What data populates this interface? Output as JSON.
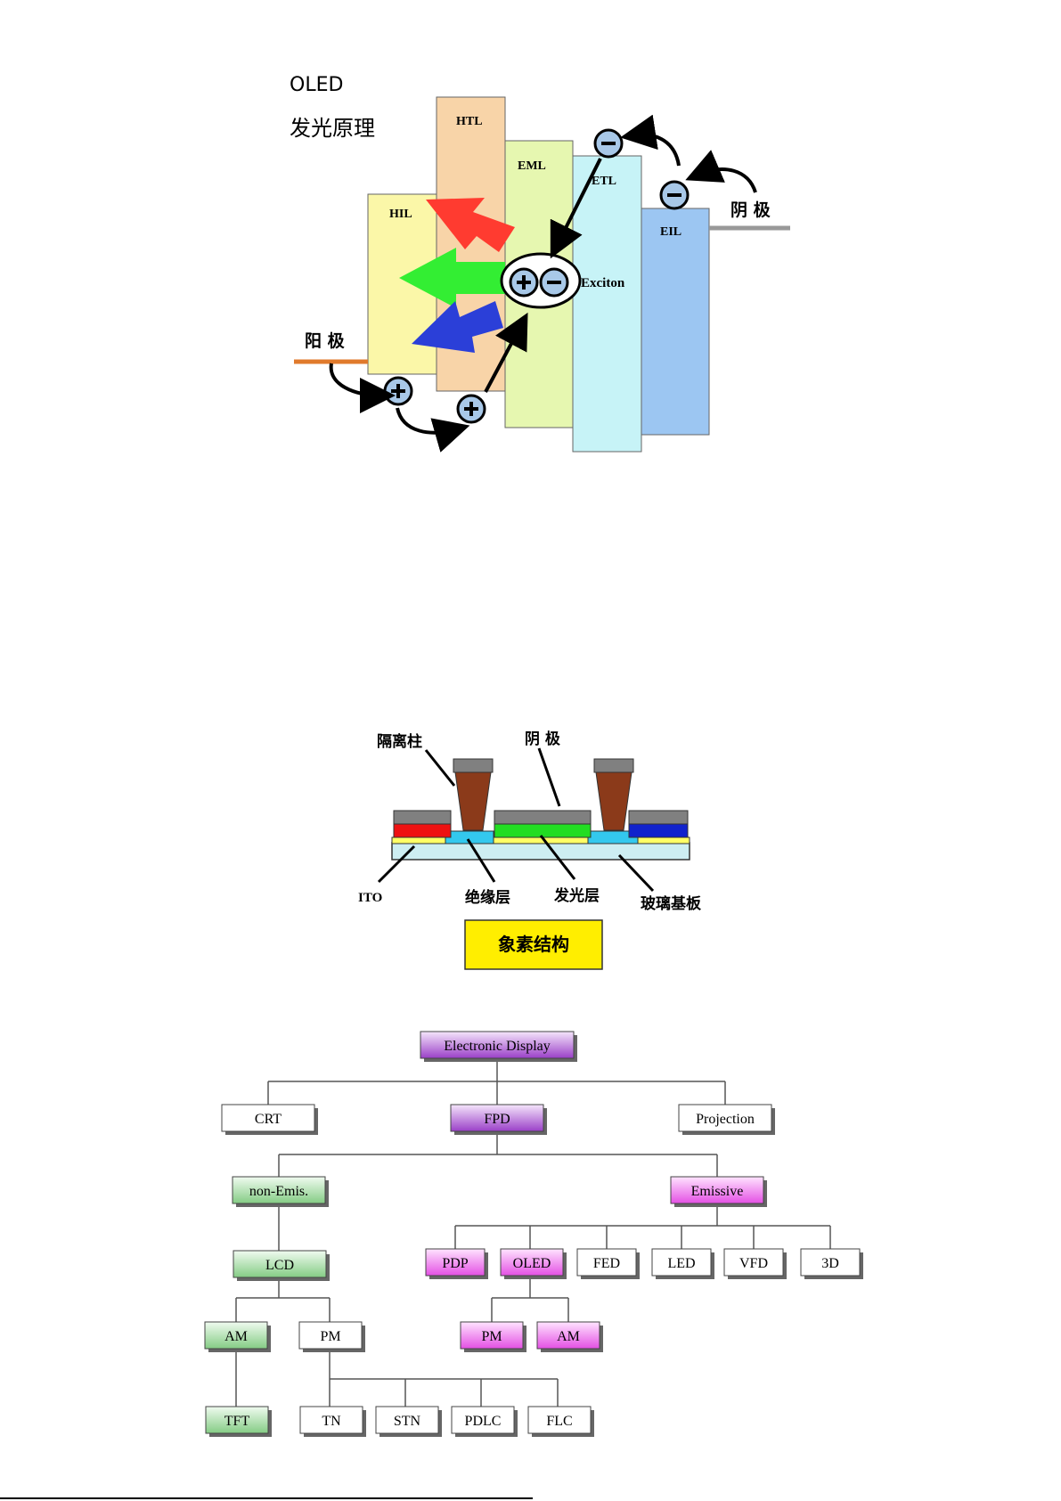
{
  "oled_principle": {
    "title_line1": "OLED",
    "title_line2": "发光原理",
    "layers": {
      "hil": "HIL",
      "htl": "HTL",
      "eml": "EML",
      "etl": "ETL",
      "eil": "EIL"
    },
    "anode_label": "阳 极",
    "cathode_label": "阴 极",
    "exciton_label": "Exciton",
    "colors": {
      "hil": "#fbf7a8",
      "htl": "#f8d4a8",
      "eml": "#e6f7b0",
      "etl": "#c7f3f7",
      "eil": "#9cc6f2",
      "anode_line": "#e07a2c",
      "cathode_line": "#999999",
      "arrow_red": "#ff3b30",
      "arrow_green": "#33ee33",
      "arrow_blue": "#2b3fd8",
      "charge": "#a8c8e8"
    }
  },
  "pixel_structure": {
    "separator_label": "隔离柱",
    "cathode_label": "阴 极",
    "ito_label": "ITO",
    "insulator_label": "绝缘层",
    "emissive_label": "发光层",
    "glass_label": "玻璃基板",
    "caption": "象素结构",
    "colors": {
      "caption_bg": "#ffee00",
      "red": "#ee1111",
      "green": "#22dd22",
      "blue": "#1122cc",
      "pillar": "#8b3a1a",
      "cap": "#808080",
      "insulator": "#33c8ee",
      "ito": "#ffff66",
      "glass": "#cdeef2"
    }
  },
  "display_tree": {
    "root": "Electronic Display",
    "level1": [
      "CRT",
      "FPD",
      "Projection"
    ],
    "fpd_children": [
      "non-Emis.",
      "Emissive"
    ],
    "non_emis_child": "LCD",
    "lcd_children": [
      "AM",
      "PM"
    ],
    "am_child": "TFT",
    "pm_children": [
      "TN",
      "STN",
      "PDLC",
      "FLC"
    ],
    "emissive_children": [
      "PDP",
      "OLED",
      "FED",
      "LED",
      "VFD",
      "3D"
    ],
    "oled_children": [
      "PM",
      "AM"
    ],
    "colors": {
      "purple": "#a24ed0",
      "green": "#9ed89e",
      "magenta": "#ee66ee"
    }
  }
}
